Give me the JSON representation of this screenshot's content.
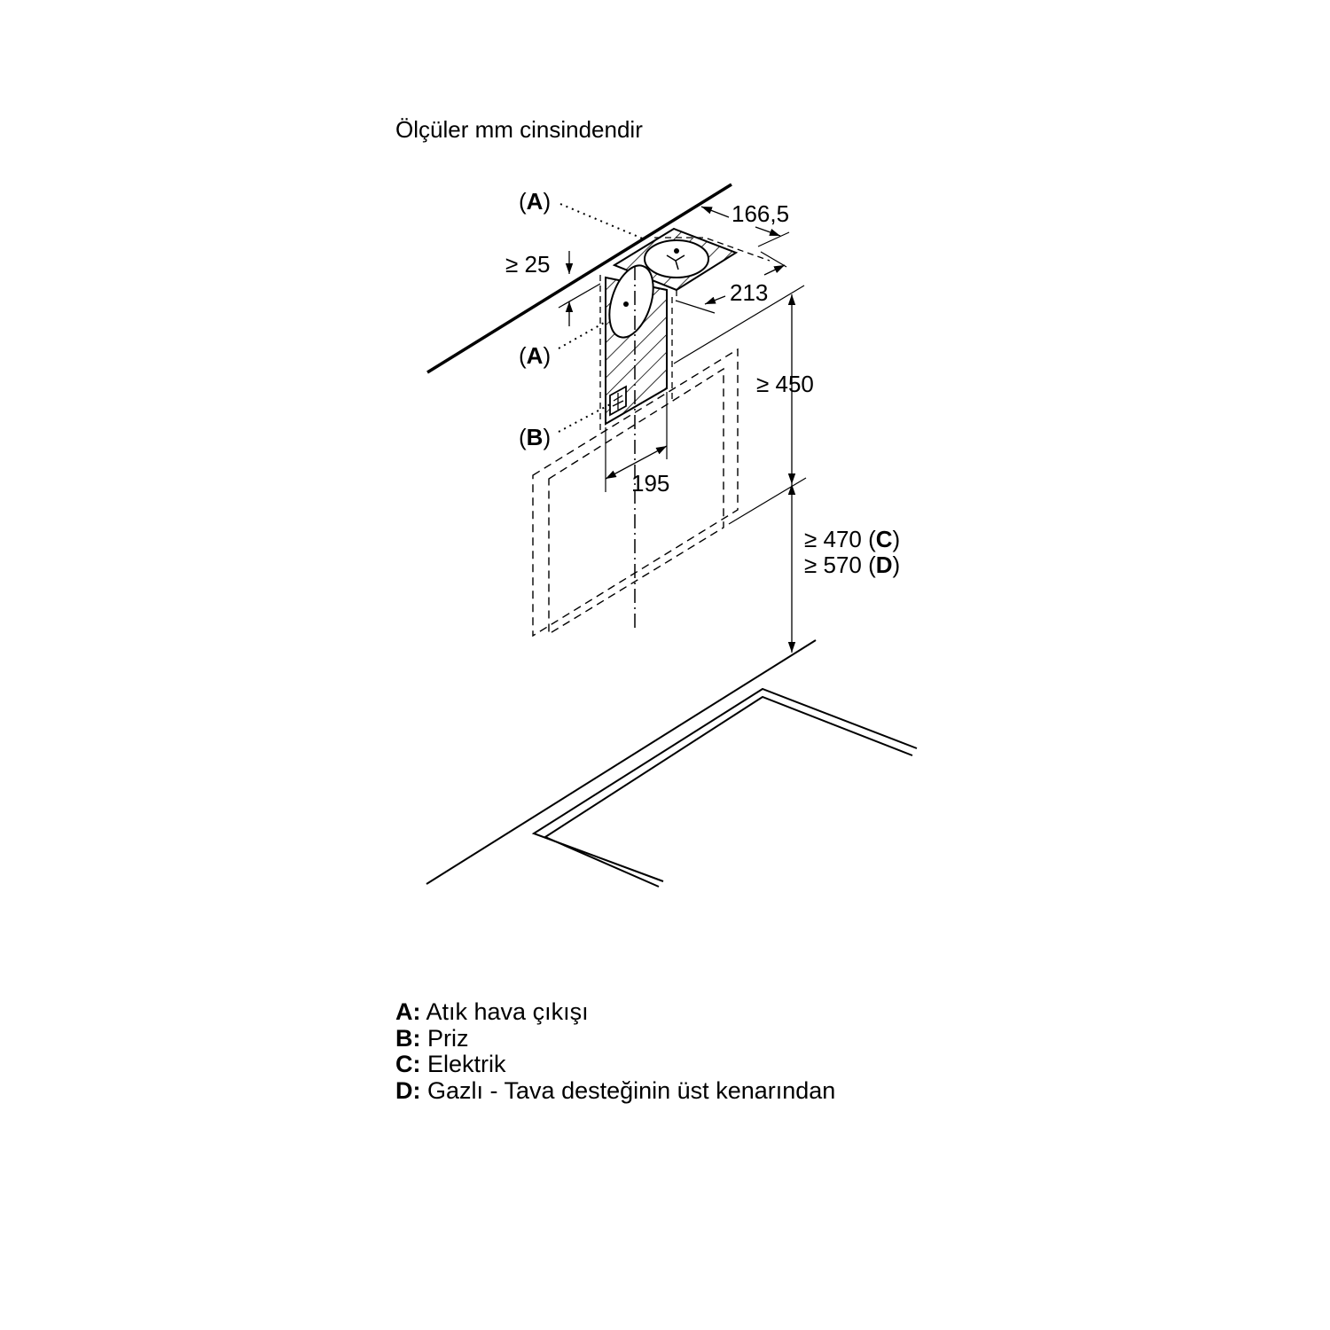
{
  "title": "Ölçüler mm cinsindendir",
  "labels": {
    "a_top": "A",
    "a_mid": "A",
    "b": "B",
    "c": "C",
    "d": "D"
  },
  "dimensions": {
    "width_top": "166,5",
    "depth_top": "213",
    "min_gap": "≥ 25",
    "min_height_hood": "≥ 450",
    "width_chase": "195",
    "min_electric": "≥ 470",
    "min_gas": "≥ 570"
  },
  "legend": [
    {
      "key": "A:",
      "text": "Atık hava çıkışı"
    },
    {
      "key": "B:",
      "text": "Priz"
    },
    {
      "key": "C:",
      "text": "Elektrik"
    },
    {
      "key": "D:",
      "text": "Gazlı - Tava desteğinin üst kenarından"
    }
  ]
}
